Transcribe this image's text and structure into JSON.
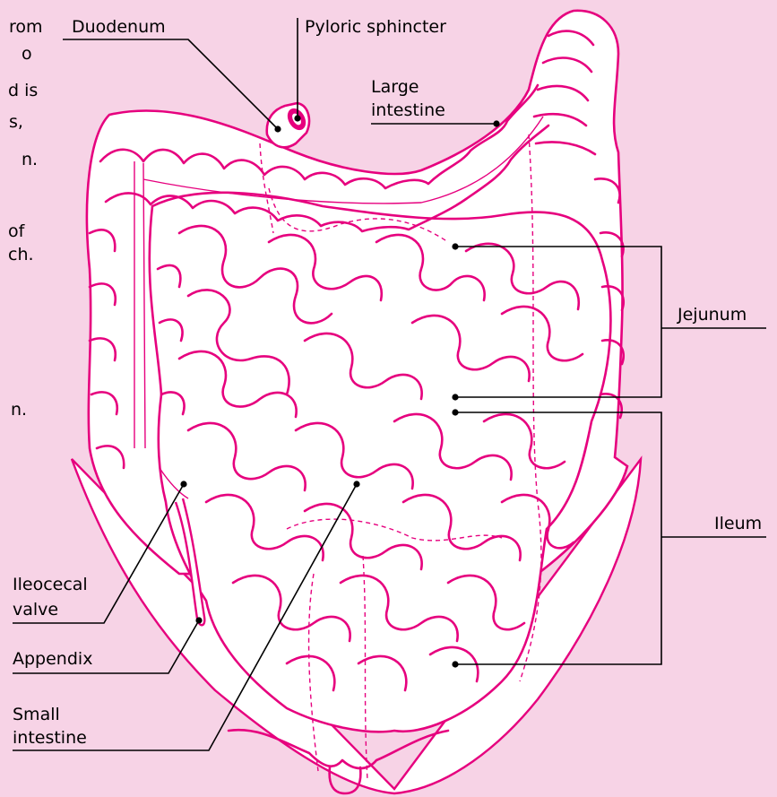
{
  "colors": {
    "background": "#f7d3e6",
    "outline": "#e6007e",
    "organ_fill": "#ffffff",
    "leader_lines": "#000000"
  },
  "text_fragments": [
    "rom",
    "o",
    "d is",
    "s,",
    "n.",
    "of",
    "ch.",
    "n."
  ],
  "labels": {
    "duodenum": "Duodenum",
    "pyloric_sphincter": "Pyloric sphincter",
    "large_intestine_1": "Large",
    "large_intestine_2": "intestine",
    "jejunum": "Jejunum",
    "ileum": "Ileum",
    "ileocecal_valve_1": "Ileocecal",
    "ileocecal_valve_2": "valve",
    "appendix": "Appendix",
    "small_intestine_1": "Small",
    "small_intestine_2": "intestine"
  }
}
